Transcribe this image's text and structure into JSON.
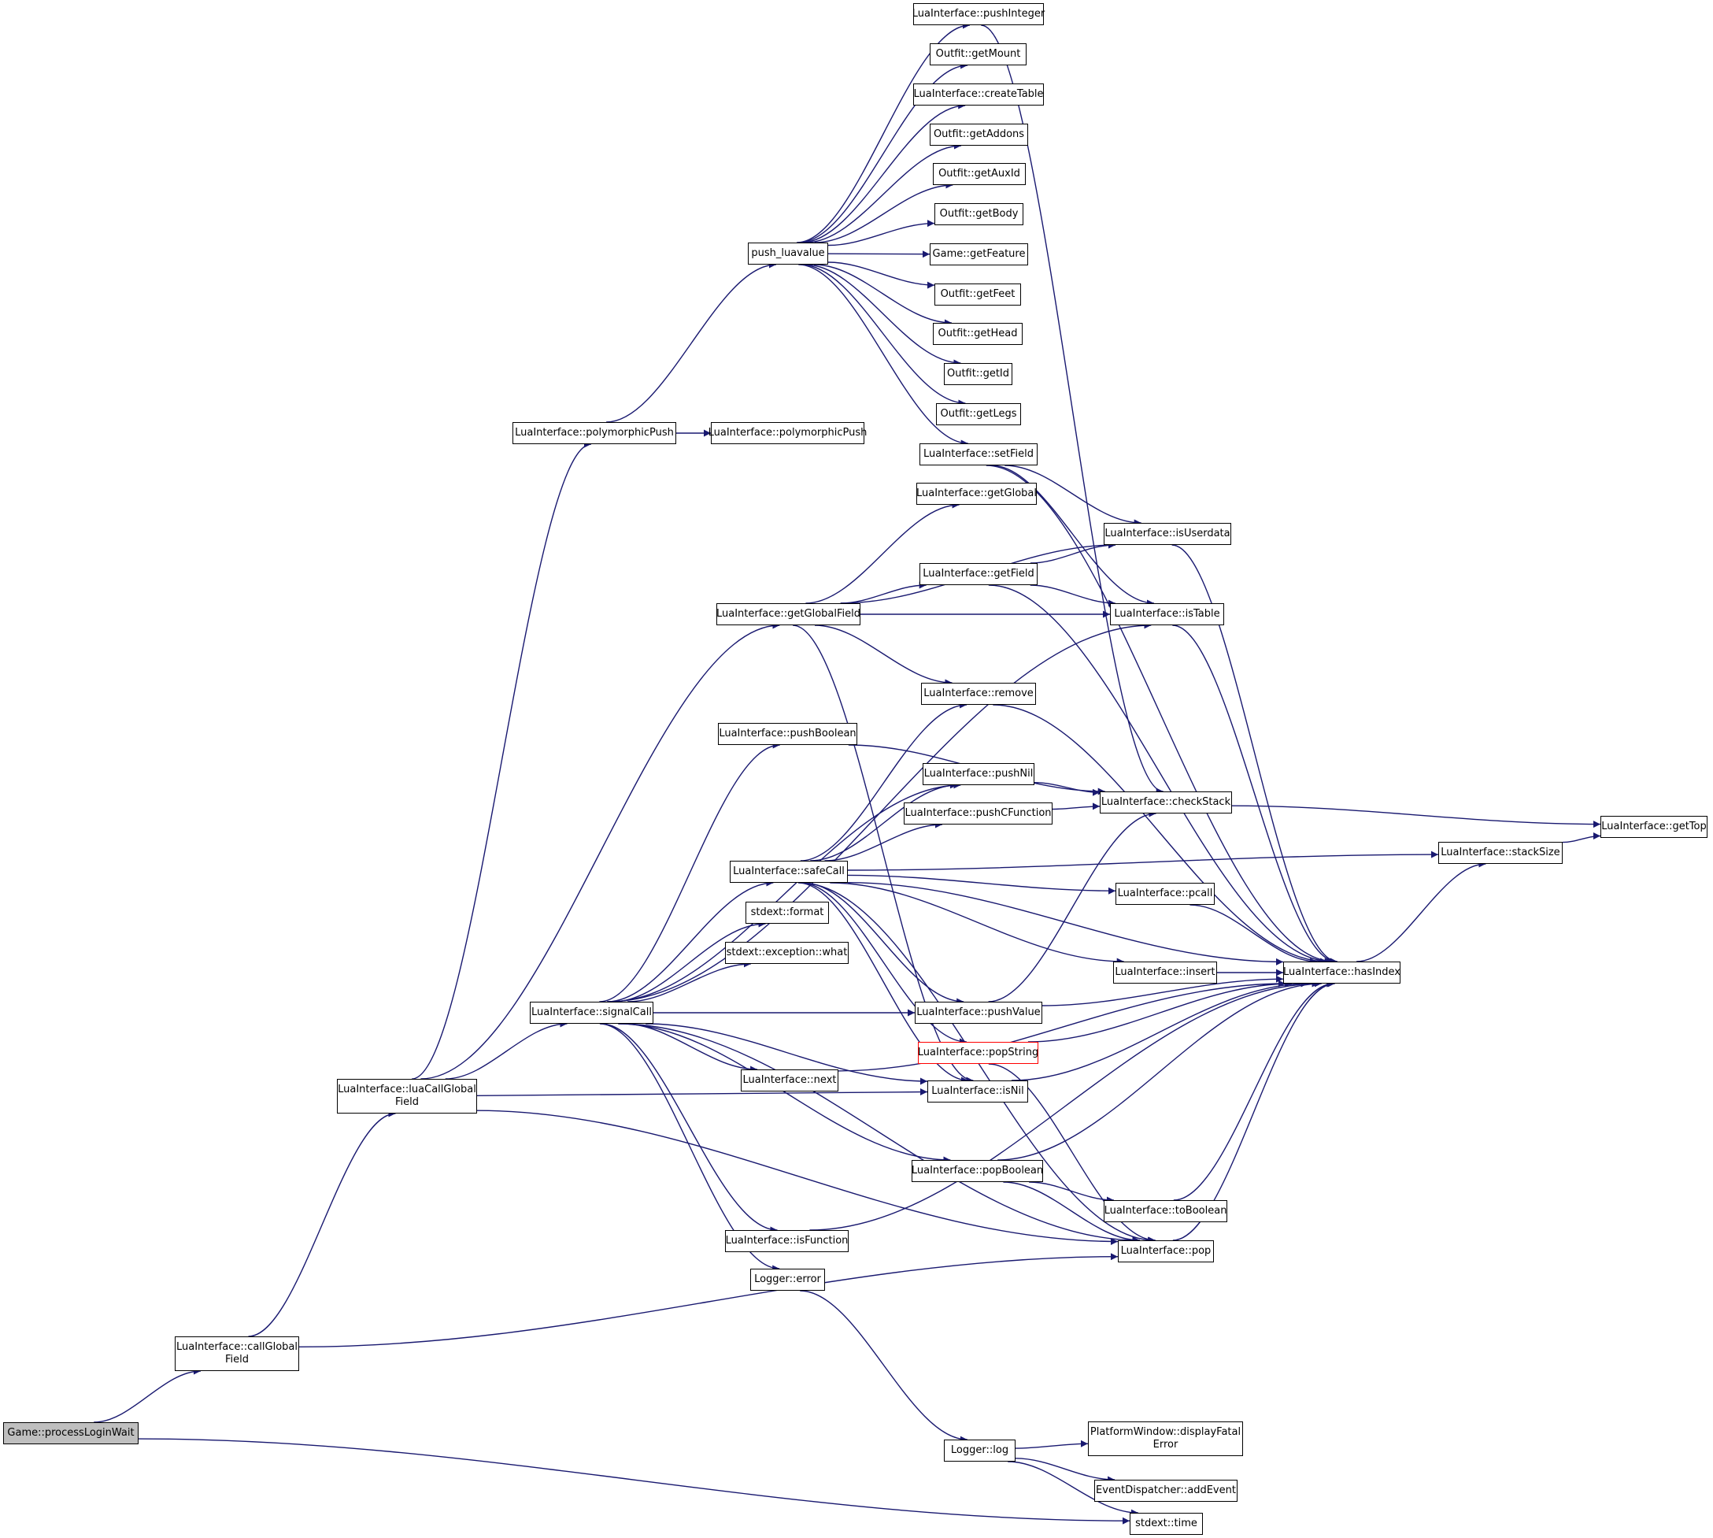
{
  "colors": {
    "edge": "#191970",
    "node_border": "#000000",
    "root_fill": "#bfbfbf",
    "highlight_border": "#ff0000"
  },
  "nodes": {
    "processLoginWait": {
      "lines": [
        "Game::processLoginWait"
      ]
    },
    "callGlobalField": {
      "lines": [
        "LuaInterface::callGlobal",
        "Field"
      ]
    },
    "luaCallGlobalField": {
      "lines": [
        "LuaInterface::luaCallGlobal",
        "Field"
      ]
    },
    "polymorphicPush1": {
      "lines": [
        "LuaInterface::polymorphicPush"
      ]
    },
    "polymorphicPush2": {
      "lines": [
        "LuaInterface::polymorphicPush"
      ]
    },
    "push_luavalue": {
      "lines": [
        "push_luavalue"
      ]
    },
    "pushInteger": {
      "lines": [
        "LuaInterface::pushInteger"
      ]
    },
    "getMount": {
      "lines": [
        "Outfit::getMount"
      ]
    },
    "createTable": {
      "lines": [
        "LuaInterface::createTable"
      ]
    },
    "getAddons": {
      "lines": [
        "Outfit::getAddons"
      ]
    },
    "getAuxId": {
      "lines": [
        "Outfit::getAuxId"
      ]
    },
    "getBody": {
      "lines": [
        "Outfit::getBody"
      ]
    },
    "getFeature": {
      "lines": [
        "Game::getFeature"
      ]
    },
    "getFeet": {
      "lines": [
        "Outfit::getFeet"
      ]
    },
    "getHead": {
      "lines": [
        "Outfit::getHead"
      ]
    },
    "getId": {
      "lines": [
        "Outfit::getId"
      ]
    },
    "getLegs": {
      "lines": [
        "Outfit::getLegs"
      ]
    },
    "setField": {
      "lines": [
        "LuaInterface::setField"
      ]
    },
    "getGlobal": {
      "lines": [
        "LuaInterface::getGlobal"
      ]
    },
    "isUserdata": {
      "lines": [
        "LuaInterface::isUserdata"
      ]
    },
    "getField": {
      "lines": [
        "LuaInterface::getField"
      ]
    },
    "getGlobalField": {
      "lines": [
        "LuaInterface::getGlobalField"
      ]
    },
    "isTable": {
      "lines": [
        "LuaInterface::isTable"
      ]
    },
    "remove": {
      "lines": [
        "LuaInterface::remove"
      ]
    },
    "pushBoolean": {
      "lines": [
        "LuaInterface::pushBoolean"
      ]
    },
    "pushNil": {
      "lines": [
        "LuaInterface::pushNil"
      ]
    },
    "checkStack": {
      "lines": [
        "LuaInterface::checkStack"
      ]
    },
    "pushCFunction": {
      "lines": [
        "LuaInterface::pushCFunction"
      ]
    },
    "getTop": {
      "lines": [
        "LuaInterface::getTop"
      ]
    },
    "stackSize": {
      "lines": [
        "LuaInterface::stackSize"
      ]
    },
    "safeCall": {
      "lines": [
        "LuaInterface::safeCall"
      ]
    },
    "pcall": {
      "lines": [
        "LuaInterface::pcall"
      ]
    },
    "format": {
      "lines": [
        "stdext::format"
      ]
    },
    "what": {
      "lines": [
        "stdext::exception::what"
      ]
    },
    "insert": {
      "lines": [
        "LuaInterface::insert"
      ]
    },
    "hasIndex": {
      "lines": [
        "LuaInterface::hasIndex"
      ]
    },
    "signalCall": {
      "lines": [
        "LuaInterface::signalCall"
      ]
    },
    "pushValue": {
      "lines": [
        "LuaInterface::pushValue"
      ]
    },
    "popString": {
      "lines": [
        "LuaInterface::popString"
      ]
    },
    "next": {
      "lines": [
        "LuaInterface::next"
      ]
    },
    "isNil": {
      "lines": [
        "LuaInterface::isNil"
      ]
    },
    "popBoolean": {
      "lines": [
        "LuaInterface::popBoolean"
      ]
    },
    "toBoolean": {
      "lines": [
        "LuaInterface::toBoolean"
      ]
    },
    "isFunction": {
      "lines": [
        "LuaInterface::isFunction"
      ]
    },
    "pop": {
      "lines": [
        "LuaInterface::pop"
      ]
    },
    "error": {
      "lines": [
        "Logger::error"
      ]
    },
    "log": {
      "lines": [
        "Logger::log"
      ]
    },
    "displayFatalError": {
      "lines": [
        "PlatformWindow::displayFatal",
        "Error"
      ]
    },
    "addEvent": {
      "lines": [
        "EventDispatcher::addEvent"
      ]
    },
    "time": {
      "lines": [
        "stdext::time"
      ]
    }
  },
  "edges": [
    [
      "processLoginWait",
      "callGlobalField"
    ],
    [
      "processLoginWait",
      "time"
    ],
    [
      "callGlobalField",
      "luaCallGlobalField"
    ],
    [
      "callGlobalField",
      "pop"
    ],
    [
      "luaCallGlobalField",
      "polymorphicPush1"
    ],
    [
      "luaCallGlobalField",
      "getGlobalField"
    ],
    [
      "luaCallGlobalField",
      "signalCall"
    ],
    [
      "luaCallGlobalField",
      "isNil"
    ],
    [
      "luaCallGlobalField",
      "pop"
    ],
    [
      "polymorphicPush1",
      "polymorphicPush2"
    ],
    [
      "polymorphicPush1",
      "push_luavalue"
    ],
    [
      "push_luavalue",
      "pushInteger"
    ],
    [
      "push_luavalue",
      "getMount"
    ],
    [
      "push_luavalue",
      "createTable"
    ],
    [
      "push_luavalue",
      "getAddons"
    ],
    [
      "push_luavalue",
      "getAuxId"
    ],
    [
      "push_luavalue",
      "getBody"
    ],
    [
      "push_luavalue",
      "getFeature"
    ],
    [
      "push_luavalue",
      "getFeet"
    ],
    [
      "push_luavalue",
      "getHead"
    ],
    [
      "push_luavalue",
      "getId"
    ],
    [
      "push_luavalue",
      "getLegs"
    ],
    [
      "push_luavalue",
      "setField"
    ],
    [
      "pushInteger",
      "checkStack"
    ],
    [
      "setField",
      "isUserdata"
    ],
    [
      "setField",
      "isTable"
    ],
    [
      "setField",
      "hasIndex"
    ],
    [
      "getGlobalField",
      "getGlobal"
    ],
    [
      "getGlobalField",
      "isUserdata"
    ],
    [
      "getGlobalField",
      "getField"
    ],
    [
      "getGlobalField",
      "isTable"
    ],
    [
      "getGlobalField",
      "remove"
    ],
    [
      "getGlobalField",
      "isNil"
    ],
    [
      "getField",
      "isUserdata"
    ],
    [
      "getField",
      "isTable"
    ],
    [
      "getField",
      "hasIndex"
    ],
    [
      "isUserdata",
      "hasIndex"
    ],
    [
      "isTable",
      "hasIndex"
    ],
    [
      "remove",
      "hasIndex"
    ],
    [
      "pushBoolean",
      "checkStack"
    ],
    [
      "pushNil",
      "checkStack"
    ],
    [
      "pushCFunction",
      "checkStack"
    ],
    [
      "checkStack",
      "getTop"
    ],
    [
      "stackSize",
      "getTop"
    ],
    [
      "hasIndex",
      "stackSize"
    ],
    [
      "safeCall",
      "remove"
    ],
    [
      "safeCall",
      "pushNil"
    ],
    [
      "safeCall",
      "pushCFunction"
    ],
    [
      "safeCall",
      "stackSize"
    ],
    [
      "safeCall",
      "pcall"
    ],
    [
      "safeCall",
      "hasIndex"
    ],
    [
      "safeCall",
      "insert"
    ],
    [
      "safeCall",
      "pushValue"
    ],
    [
      "safeCall",
      "popString"
    ],
    [
      "safeCall",
      "isNil"
    ],
    [
      "safeCall",
      "pop"
    ],
    [
      "pcall",
      "hasIndex"
    ],
    [
      "insert",
      "hasIndex"
    ],
    [
      "pushValue",
      "hasIndex"
    ],
    [
      "pushValue",
      "checkStack"
    ],
    [
      "popString",
      "hasIndex"
    ],
    [
      "popString",
      "pop"
    ],
    [
      "isNil",
      "hasIndex"
    ],
    [
      "next",
      "hasIndex"
    ],
    [
      "popBoolean",
      "hasIndex"
    ],
    [
      "popBoolean",
      "toBoolean"
    ],
    [
      "popBoolean",
      "pop"
    ],
    [
      "toBoolean",
      "hasIndex"
    ],
    [
      "pop",
      "hasIndex"
    ],
    [
      "isFunction",
      "hasIndex"
    ],
    [
      "signalCall",
      "isTable"
    ],
    [
      "signalCall",
      "pushBoolean"
    ],
    [
      "signalCall",
      "pushNil"
    ],
    [
      "signalCall",
      "safeCall"
    ],
    [
      "signalCall",
      "format"
    ],
    [
      "signalCall",
      "what"
    ],
    [
      "signalCall",
      "pushValue"
    ],
    [
      "signalCall",
      "isNil"
    ],
    [
      "signalCall",
      "next"
    ],
    [
      "signalCall",
      "popBoolean"
    ],
    [
      "signalCall",
      "isFunction"
    ],
    [
      "signalCall",
      "pop"
    ],
    [
      "signalCall",
      "error"
    ],
    [
      "error",
      "log"
    ],
    [
      "log",
      "displayFatalError"
    ],
    [
      "log",
      "addEvent"
    ],
    [
      "log",
      "time"
    ]
  ]
}
